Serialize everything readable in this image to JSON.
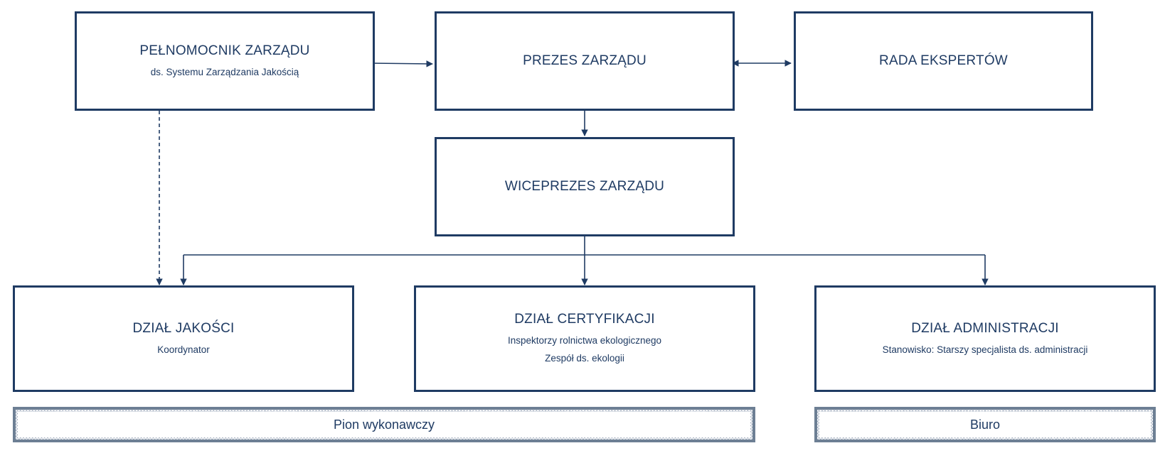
{
  "colors": {
    "line": "#1f3b63",
    "band_border": "#6d7f94"
  },
  "boxes": {
    "pelnomocnik": {
      "title": "PEŁNOMOCNIK ZARZĄDU",
      "subtitle": "ds. Systemu Zarządzania Jakością"
    },
    "prezes": {
      "title": "PREZES ZARZĄDU"
    },
    "rada": {
      "title": "RADA EKSPERTÓW"
    },
    "wiceprezes": {
      "title": "WICEPREZES ZARZĄDU"
    },
    "jakosc": {
      "title": "DZIAŁ JAKOŚCI",
      "subtitle": "Koordynator"
    },
    "certyfikacja": {
      "title": "DZIAŁ CERTYFIKACJI",
      "subtitle_1": "Inspektorzy rolnictwa ekologicznego",
      "subtitle_2": "Zespół ds. ekologii"
    },
    "administracja": {
      "title": "DZIAŁ ADMINISTRACJI",
      "subtitle": "Stanowisko: Starszy specjalista ds. administracji"
    }
  },
  "groups": {
    "pion": "Pion wykonawczy",
    "biuro": "Biuro"
  }
}
